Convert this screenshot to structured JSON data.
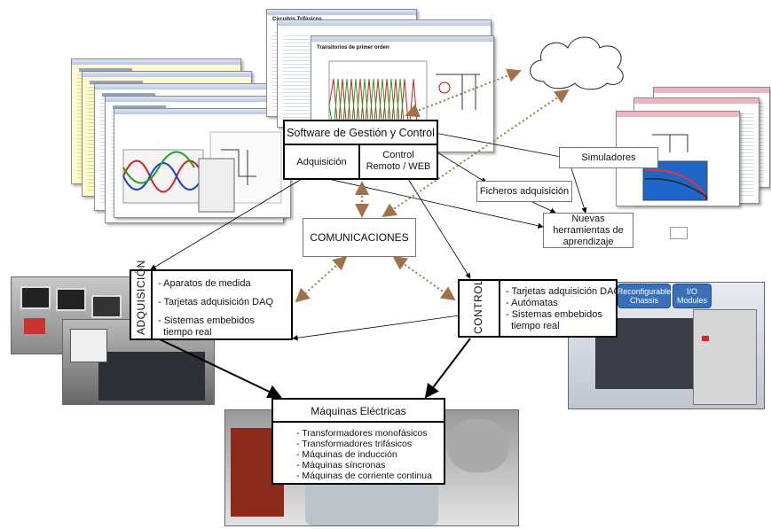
{
  "software_box": {
    "title": "Software de Gestión y Control",
    "left_label": "Adquisición",
    "right_label_line1": "Control",
    "right_label_line2": "Remoto / WEB"
  },
  "comunicaciones_label": "COMUNICACIONES",
  "simuladores_label": "Simuladores",
  "ficheros_label": "Ficheros adquisición",
  "nuevas_line1": "Nuevas",
  "nuevas_line2": "herramientas de",
  "nuevas_line3": "aprendizaje",
  "adquisicion_box": {
    "side_label": "ADQUISICIÓN",
    "items": [
      "- Aparatos de medida",
      "- Tarjetas adquisición DAQ",
      "- Sistemas embebidos",
      "  tiempo real"
    ]
  },
  "control_box": {
    "side_label": "CONTROL",
    "items": [
      "- Tarjetas adquisición DAQ",
      "- Autómatas",
      "- Sistemas embebidos",
      "  tiempo real"
    ]
  },
  "maquinas_box": {
    "title": "Máquinas Eléctricas",
    "items": [
      "- Transformadores monofásicos",
      "- Transformadores trifásicos",
      "- Máquinas de inducción",
      "- Máquinas síncronas",
      "- Máquinas de corriente continua"
    ]
  },
  "screenshot_titles": {
    "circuitos": "Circuitos Trifásicos",
    "transitorios": "Transitorios de primer orden"
  },
  "hardware_tags": {
    "chassis_line1": "Reconfigurable",
    "chassis_line2": "Chassis",
    "modules_line1": "I/O",
    "modules_line2": "Modules"
  },
  "colors": {
    "box_border": "#000000",
    "comm_arrow": "#a0724a",
    "tag_blue": "#3b6fb6"
  }
}
